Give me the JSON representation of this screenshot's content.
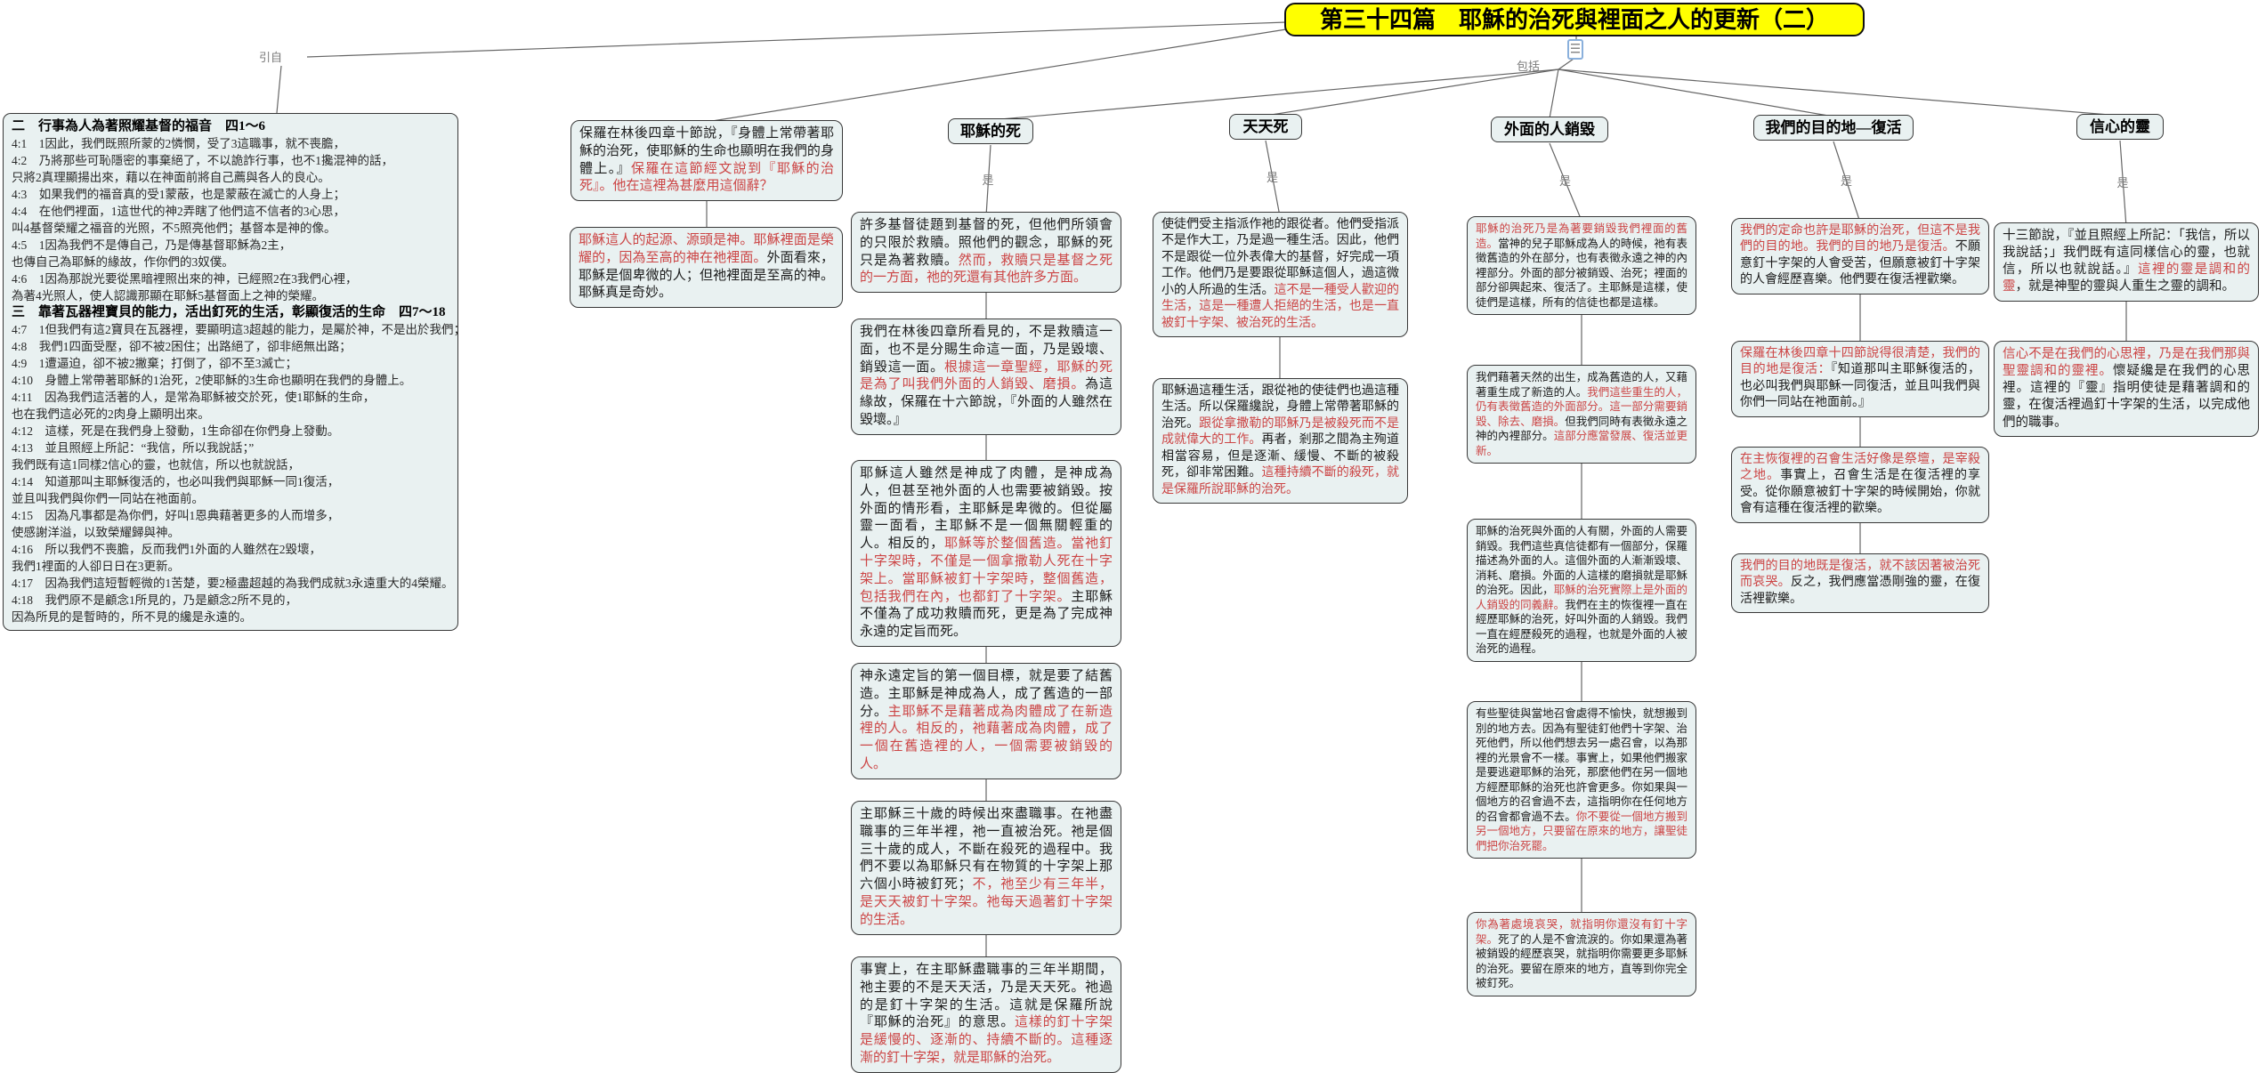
{
  "title": "第三十四篇　耶穌的治死與裡面之人的更新（二）",
  "labels": {
    "quote_from": "引自",
    "includes": "包括"
  },
  "colors": {
    "title_bg": "#ffff00",
    "node_bg": "#e9f1f1",
    "node_border": "#383838",
    "red_text": "#cc4545",
    "black_text": "#1c1c1c",
    "edge": "#666666"
  },
  "icons": {
    "root_note_icon": "note-document-icon"
  },
  "scripture_block": {
    "lines": [
      {
        "b": 1,
        "t": "二　行事為人為著照耀基督的福音　四1～6"
      },
      {
        "t": "4:1　1因此，我們既照所蒙的2憐憫，受了3這職事，就不喪膽，"
      },
      {
        "t": "4:2　乃將那些可恥隱密的事棄絕了，不以詭詐行事，也不1攙混神的話，"
      },
      {
        "t": "只將2真理顯揚出來，藉以在神面前將自己薦與各人的良心。"
      },
      {
        "t": "4:3　如果我們的福音真的受1蒙蔽，也是蒙蔽在滅亡的人身上；"
      },
      {
        "t": "4:4　在他們裡面，1這世代的神2弄瞎了他們這不信者的3心思，"
      },
      {
        "t": "叫4基督榮耀之福音的光照，不5照亮他們；基督本是神的像。"
      },
      {
        "t": "4:5　1因為我們不是傳自己，乃是傳基督耶穌為2主，"
      },
      {
        "t": "也傳自己為耶穌的緣故，作你們的3奴僕。"
      },
      {
        "t": "4:6　1因為那說光要從黑暗裡照出來的神，已經照2在3我們心裡，"
      },
      {
        "t": "為著4光照人，使人認識那顯在耶穌5基督面上之神的榮耀。"
      },
      {
        "b": 1,
        "t": "三　靠著瓦器裡寶貝的能力，活出釘死的生活，彰顯復活的生命　四7～18"
      },
      {
        "t": "4:7　1但我們有這2寶貝在瓦器裡，要顯明這3超越的能力，是屬於神，不是出於我們；"
      },
      {
        "t": "4:8　我們1四面受壓，卻不被2困住；出路絕了，卻非絕無出路；"
      },
      {
        "t": "4:9　1遭逼迫，卻不被2撇棄；打倒了，卻不至3滅亡；"
      },
      {
        "t": "4:10　身體上常帶著耶穌的1治死，2使耶穌的3生命也顯明在我們的身體上。"
      },
      {
        "t": "4:11　因為我們這活著的人，是常為耶穌被交於死，使1耶穌的生命，"
      },
      {
        "t": "也在我們這必死的2肉身上顯明出來。"
      },
      {
        "t": "4:12　這樣，死是在我們身上發動，1生命卻在你們身上發動。"
      },
      {
        "t": "4:13　並且照經上所記：“我信，所以我說話；”"
      },
      {
        "t": "我們既有這1同樣2信心的靈，也就信，所以也就說話，"
      },
      {
        "t": "4:14　知道那叫主耶穌復活的，也必叫我們與耶穌一同1復活，"
      },
      {
        "t": "並且叫我們與你們一同站在祂面前。"
      },
      {
        "t": "4:15　因為凡事都是為你們，好叫1恩典藉著更多的人而增多，"
      },
      {
        "t": "使感謝洋溢，以致榮耀歸與神。"
      },
      {
        "t": "4:16　所以我們不喪膽，反而我們1外面的人雖然在2毀壞，"
      },
      {
        "t": "我們1裡面的人卻日日在3更新。"
      },
      {
        "t": "4:17　因為我們這短暫輕微的1苦楚，要2極盡超越的為我們成就3永遠重大的4榮耀。"
      },
      {
        "t": "4:18　我們原不是顧念1所見的，乃是顧念2所不見的，"
      },
      {
        "t": "因為所見的是暫時的，所不見的纔是永遠的。"
      }
    ]
  },
  "quote_branch": {
    "node": [
      {
        "c": "k",
        "t": "保羅在林後四章十節說，『身體上常帶著耶穌的治死，使耶穌的生命也顯明在我們的身體上。』"
      },
      {
        "c": "r",
        "t": "保羅在這節經文說到『耶穌的治死』。他在這裡為甚麼用這個辭？"
      }
    ],
    "child": [
      {
        "c": "r",
        "t": "耶穌這人的起源、源頭是神。耶穌裡面是榮耀的，因為至高的神在祂裡面。"
      },
      {
        "c": "k",
        "t": "外面看來，耶穌是個卑微的人；但祂裡面是至高的神。耶穌真是奇妙。"
      }
    ]
  },
  "branches": [
    {
      "id": "jesus-death",
      "header": "耶穌的死",
      "edge_label": "是",
      "children": [
        [
          {
            "c": "k",
            "t": "許多基督徒題到基督的死，但他們所領會的只限於救贖。照他們的觀念，耶穌的死只是為著救贖。"
          },
          {
            "c": "r",
            "t": "然而，救贖只是基督之死的一方面，祂的死還有其他許多方面。"
          }
        ],
        [
          {
            "c": "k",
            "t": "我們在林後四章所看見的，不是救贖這一面，也不是分賜生命這一面，乃是毀壞、銷毀這一面。"
          },
          {
            "c": "r",
            "t": "根據這一章聖經，耶穌的死是為了叫我們外面的人銷毀、磨損。"
          },
          {
            "c": "k",
            "t": "為這緣故，保羅在十六節說，『外面的人雖然在毀壞。』"
          }
        ],
        [
          {
            "c": "k",
            "t": "耶穌這人雖然是神成了肉體，是神成為人，但甚至祂外面的人也需要被銷毀。按外面的情形看，主耶穌是卑微的。但從屬靈一面看，主耶穌不是一個無關輕重的人。相反的，"
          },
          {
            "c": "r",
            "t": "耶穌等於整個舊造。當祂釘十字架時，不僅是一個拿撒勒人死在十字架上。當耶穌被釘十字架時，整個舊造，包括我們在內，也都釘了十字架。"
          },
          {
            "c": "k",
            "t": "主耶穌不僅為了成功救贖而死，更是為了完成神永遠的定旨而死。"
          }
        ],
        [
          {
            "c": "k",
            "t": "神永遠定旨的第一個目標，就是要了結舊造。主耶穌是神成為人，成了舊造的一部分。"
          },
          {
            "c": "r",
            "t": "主耶穌不是藉著成為肉體成了在新造裡的人。相反的，祂藉著成為肉體，成了一個在舊造裡的人，一個需要被銷毀的人。"
          }
        ],
        [
          {
            "c": "k",
            "t": "主耶穌三十歲的時候出來盡職事。在祂盡職事的三年半裡，祂一直被治死。祂是個三十歲的成人，不斷在殺死的過程中。我們不要以為耶穌只有在物質的十字架上那六個小時被釘死；"
          },
          {
            "c": "r",
            "t": "不，祂至少有三年半，是天天被釘十字架。祂每天過著釘十字架的生活。"
          }
        ],
        [
          {
            "c": "k",
            "t": "事實上，在主耶穌盡職事的三年半期間，祂主要的不是天天活，乃是天天死。祂過的是釘十字架的生活。這就是保羅所說『耶穌的治死』的意思。"
          },
          {
            "c": "r",
            "t": "這樣的釘十字架是緩慢的、逐漸的、持續不斷的。這種逐漸的釘十字架，就是耶穌的治死。"
          }
        ]
      ]
    },
    {
      "id": "daily-death",
      "header": "天天死",
      "edge_label": "是",
      "children": [
        [
          {
            "c": "k",
            "t": "使徒們受主指派作祂的跟從者。他們受指派不是作大工，乃是過一種生活。因此，他們不是跟從一位外表偉大的基督，好完成一項工作。他們乃是要跟從耶穌這個人，過這微小的人所過的生活。"
          },
          {
            "c": "r",
            "t": "這不是一種受人歡迎的生活，這是一種遭人拒絕的生活，也是一直被釘十字架、被治死的生活。"
          }
        ],
        [
          {
            "c": "k",
            "t": "耶穌過這種生活，跟從祂的使徒們也過這種生活。所以保羅纔說，身體上常帶著耶穌的治死。"
          },
          {
            "c": "r",
            "t": "跟從拿撒勒的耶穌乃是被殺死而不是成就偉大的工作。"
          },
          {
            "c": "k",
            "t": "再者，剎那之間為主殉道相當容易，但是逐漸、緩慢、不斷的被殺死，卻非常困難。"
          },
          {
            "c": "r",
            "t": "這種持續不斷的殺死，就是保羅所說耶穌的治死。"
          }
        ]
      ]
    },
    {
      "id": "outer-man-consumed",
      "header": "外面的人銷毀",
      "edge_label": "是",
      "children": [
        [
          {
            "c": "r",
            "t": "耶穌的治死乃是為著要銷毀我們裡面的舊造。"
          },
          {
            "c": "k",
            "t": "當神的兒子耶穌成為人的時候，祂有表徵舊造的外在部分，也有表徵永遠之神的內裡部分。外面的部分被銷毀、治死；裡面的部分卻興起來、復活了。主耶穌是這樣，使徒們是這樣，所有的信徒也都是這樣。"
          }
        ],
        [
          {
            "c": "k",
            "t": "我們藉著天然的出生，成為舊造的人，又藉著重生成了新造的人。"
          },
          {
            "c": "r",
            "t": "我們這些重生的人，仍有表徵舊造的外面部分。這一部分需要銷毀、除去、磨損。"
          },
          {
            "c": "k",
            "t": "但我們同時有表徵永遠之神的內裡部分。"
          },
          {
            "c": "r",
            "t": "這部分應當發展、復活並更新。"
          }
        ],
        [
          {
            "c": "k",
            "t": "耶穌的治死與外面的人有關，外面的人需要銷毀。我們這些真信徒都有一個部分，保羅描述為外面的人。這個外面的人漸漸毀壞、消耗、磨損。外面的人這樣的磨損就是耶穌的治死。因此，"
          },
          {
            "c": "r",
            "t": "耶穌的治死實際上是外面的人銷毀的同義辭。"
          },
          {
            "c": "k",
            "t": "我們在主的恢復裡一直在經歷耶穌的治死，好叫外面的人銷毀。我們一直在經歷殺死的過程，也就是外面的人被治死的過程。"
          }
        ],
        [
          {
            "c": "k",
            "t": "有些聖徒與當地召會處得不愉快，就想搬到別的地方去。因為有聖徒釘他們十字架、治死他們，所以他們想去另一處召會，以為那裡的光景會不一樣。事實上，如果他們搬家是要逃避耶穌的治死，那麼他們在另一個地方經歷耶穌的治死也許會更多。你如果與一個地方的召會過不去，這指明你在任何地方的召會都會過不去。"
          },
          {
            "c": "r",
            "t": "你不要從一個地方搬到另一個地方，只要留在原來的地方，讓聖徒們把你治死罷。"
          }
        ],
        [
          {
            "c": "r",
            "t": "你為著處境哀哭，就指明你還沒有釘十字架。"
          },
          {
            "c": "k",
            "t": "死了的人是不會流淚的。你如果還為著被銷毀的經歷哀哭，就指明你需要更多耶穌的治死。要留在原來的地方，直等到你完全被釘死。"
          }
        ]
      ]
    },
    {
      "id": "destination-resurrection",
      "header": "我們的目的地—復活",
      "edge_label": "是",
      "children": [
        [
          {
            "c": "r",
            "t": "我們的定命也許是耶穌的治死，但這不是我們的目的地。我們的目的地乃是復活。"
          },
          {
            "c": "k",
            "t": "不願意釘十字架的人會受苦，但願意被釘十字架的人會經歷喜樂。他們要在復活裡歡樂。"
          }
        ],
        [
          {
            "c": "r",
            "t": "保羅在林後四章十四節說得很清楚，我們的目的地是復活："
          },
          {
            "c": "k",
            "t": "『知道那叫主耶穌復活的，也必叫我們與耶穌一同復活，並且叫我們與你們一同站在祂面前。』"
          }
        ],
        [
          {
            "c": "r",
            "t": "在主恢復裡的召會生活好像是祭壇，是宰殺之地。"
          },
          {
            "c": "k",
            "t": "事實上，召會生活是在復活裡的享受。從你願意被釘十字架的時候開始，你就會有這種在復活裡的歡樂。"
          }
        ],
        [
          {
            "c": "r",
            "t": "我們的目的地既是復活，就不該因著被治死而哀哭。"
          },
          {
            "c": "k",
            "t": "反之，我們應當憑剛強的靈，在復活裡歡樂。"
          }
        ]
      ]
    },
    {
      "id": "spirit-of-faith",
      "header": "信心的靈",
      "edge_label": "是",
      "children": [
        [
          {
            "c": "k",
            "t": "十三節說，『並且照經上所記：「我信，所以我說話；」我們既有這同樣信心的靈，也就信，所以也就說話。』"
          },
          {
            "c": "r",
            "t": "這裡的靈是調和的靈"
          },
          {
            "c": "k",
            "t": "，就是神聖的靈與人重生之靈的調和。"
          }
        ],
        [
          {
            "c": "r",
            "t": "信心不是在我們的心思裡，乃是在我們那與聖靈調和的靈裡。"
          },
          {
            "c": "k",
            "t": "懷疑纔是在我們的心思裡。這裡的『靈』指明使徒是藉著調和的靈，在復活裡過釘十字架的生活，以完成他們的職事。"
          }
        ]
      ]
    }
  ]
}
